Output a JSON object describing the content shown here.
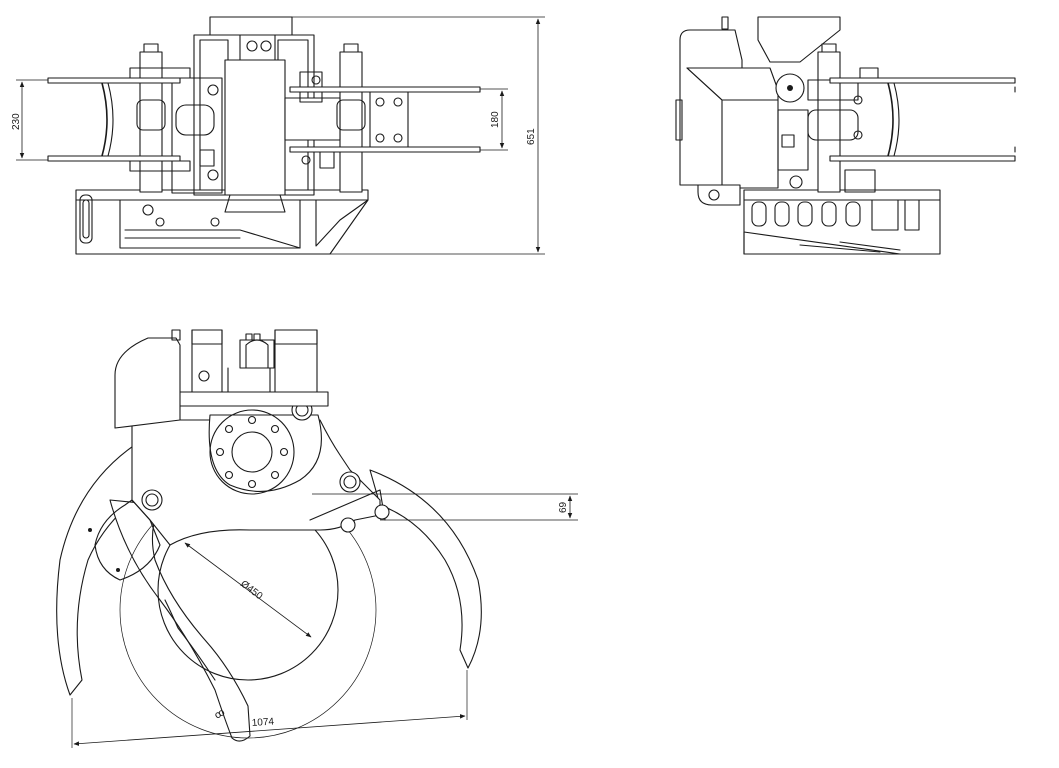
{
  "drawing": {
    "views": [
      "front-view",
      "side-view",
      "top-view"
    ],
    "dimensions": {
      "front_open_width": "230",
      "front_inner_width": "180",
      "front_total_height": "651",
      "top_offset": "69",
      "log_diameter": "Ø450",
      "jaw_span": "1074"
    },
    "colors": {
      "line": "#1a1a1a",
      "paper": "#ffffff"
    }
  }
}
